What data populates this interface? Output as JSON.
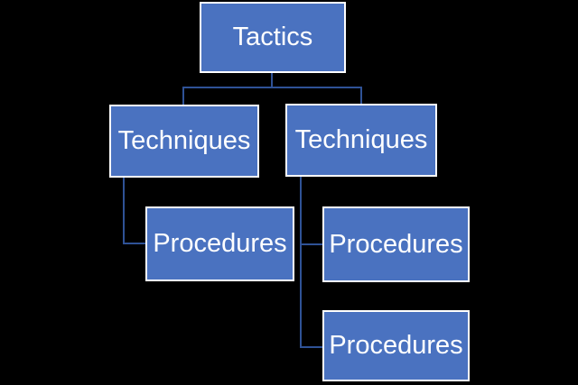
{
  "diagram": {
    "type": "hierarchy-org-chart",
    "colors": {
      "background": "#000000",
      "node_fill": "#4A72C0",
      "node_border": "#FFFFFF",
      "connector": "#2F5296",
      "text": "#FFFFFF"
    },
    "nodes": [
      {
        "id": "tactics",
        "label": "Tactics",
        "level": 1
      },
      {
        "id": "techniques-left",
        "label": "Techniques",
        "level": 2
      },
      {
        "id": "techniques-right",
        "label": "Techniques",
        "level": 2
      },
      {
        "id": "procedures-left",
        "label": "Procedures",
        "level": 3
      },
      {
        "id": "procedures-right-1",
        "label": "Procedures",
        "level": 3
      },
      {
        "id": "procedures-right-2",
        "label": "Procedures",
        "level": 3
      }
    ],
    "edges": [
      {
        "from": "tactics",
        "to": "techniques-left"
      },
      {
        "from": "tactics",
        "to": "techniques-right"
      },
      {
        "from": "techniques-left",
        "to": "procedures-left"
      },
      {
        "from": "techniques-right",
        "to": "procedures-right-1"
      },
      {
        "from": "techniques-right",
        "to": "procedures-right-2"
      }
    ]
  }
}
